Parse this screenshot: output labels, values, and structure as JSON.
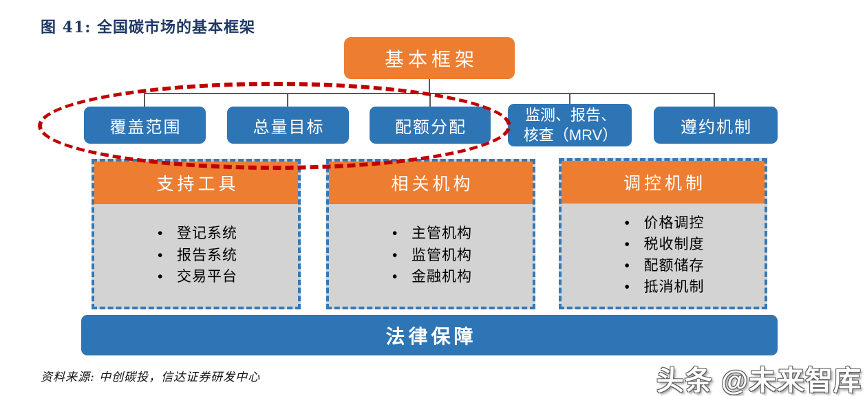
{
  "page": {
    "title": "图 41: 全国碳市场的基本框架",
    "source_note": "资料来源: 中创碳投，信达证券研发中心",
    "watermark": "头条 @未来智库"
  },
  "diagram": {
    "root": "基本框架",
    "branches": [
      "覆盖范围",
      "总量目标",
      "配额分配",
      "监测、报告、\n核查（MRV）",
      "遵约机制"
    ],
    "highlight": {
      "shape": "dashed-ellipse",
      "covers": [
        "覆盖范围",
        "总量目标",
        "配额分配"
      ]
    },
    "groups": [
      {
        "header": "支持工具",
        "items": [
          "登记系统",
          "报告系统",
          "交易平台"
        ]
      },
      {
        "header": "相关机构",
        "items": [
          "主管机构",
          "监管机构",
          "金融机构"
        ]
      },
      {
        "header": "调控机制",
        "items": [
          "价格调控",
          "税收制度",
          "配额储存",
          "抵消机制"
        ]
      }
    ],
    "base_bar": "法律保障"
  },
  "colors": {
    "orange": "#ED7D31",
    "blue": "#2E75B6",
    "gray_body": "#D3D3D3",
    "red_highlight": "#C00000",
    "title_navy": "#1F3864",
    "connector_gray": "#595959"
  }
}
